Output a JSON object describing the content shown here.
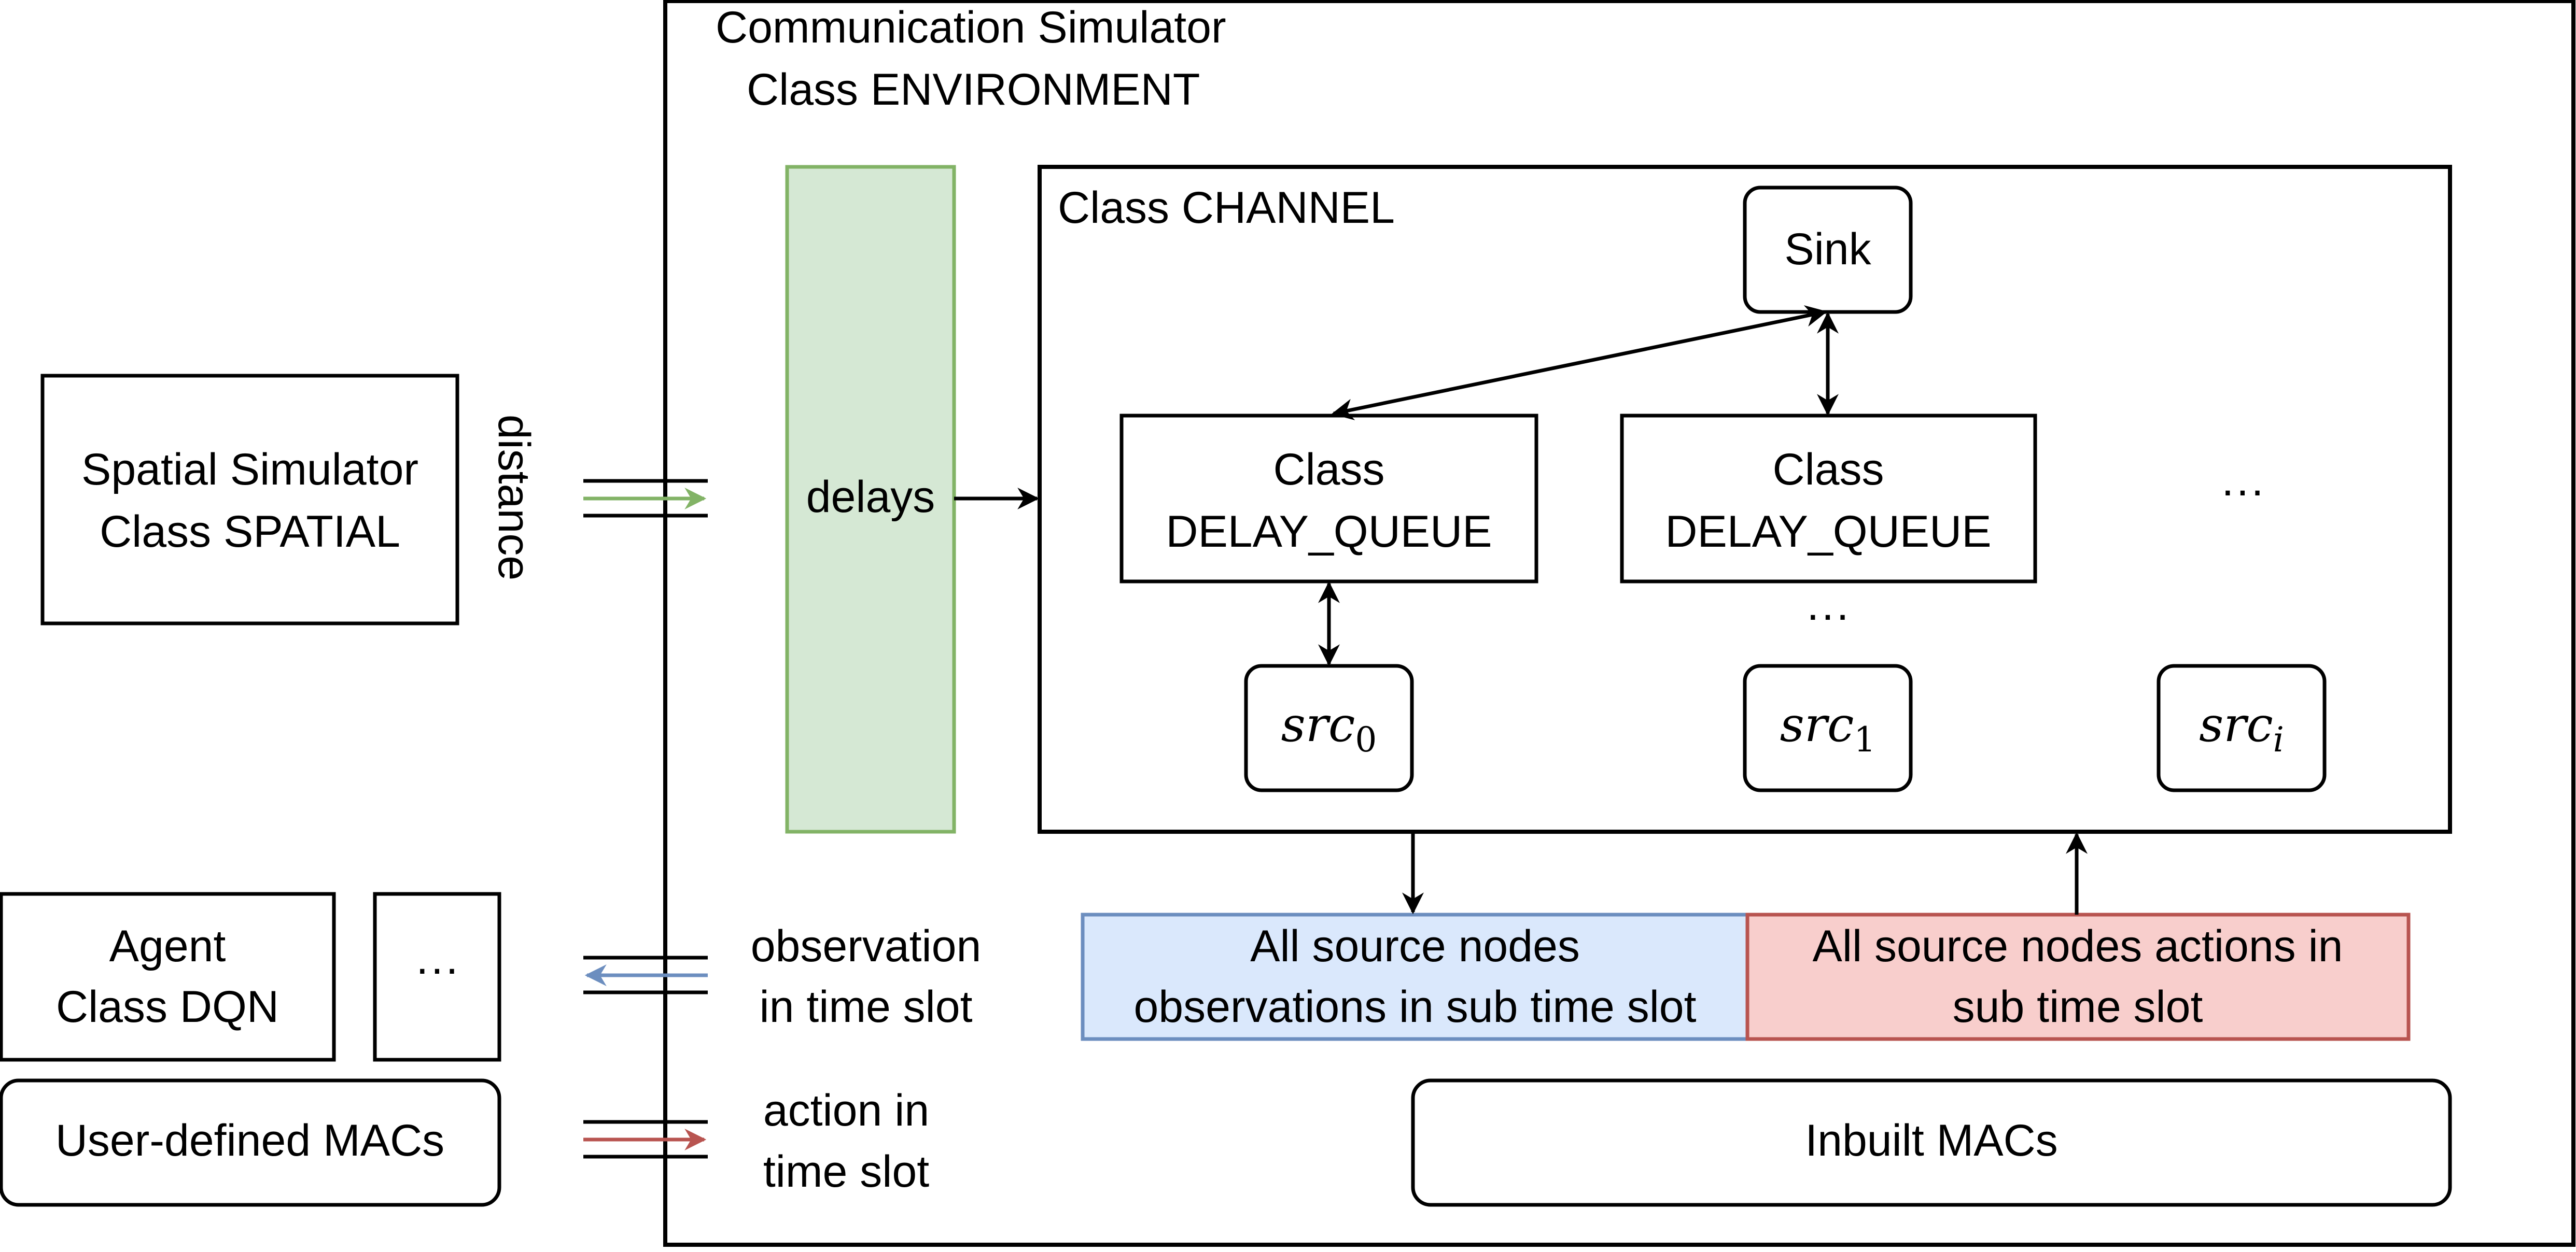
{
  "environment": {
    "title_line1": "Communication Simulator",
    "title_line2": "Class ENVIRONMENT"
  },
  "spatial": {
    "line1": "Spatial Simulator",
    "line2": "Class SPATIAL",
    "distance_label": "distance"
  },
  "delays": {
    "label": "delays"
  },
  "channel": {
    "title": "Class CHANNEL",
    "sink": "Sink",
    "queue0": {
      "line1": "Class",
      "line2": "DELAY_QUEUE"
    },
    "queue1": {
      "line1": "Class",
      "line2": "DELAY_QUEUE"
    },
    "ellipsis_right": "···",
    "ellipsis_below": "···",
    "src0": {
      "base": "src",
      "sub": "0"
    },
    "src1": {
      "base": "src",
      "sub": "1"
    },
    "srci": {
      "base": "src",
      "sub": "i"
    }
  },
  "observations_box": {
    "line1": "All source nodes",
    "line2": "observations in sub time slot",
    "fill": "#dae8fc",
    "stroke": "#6c8ebf"
  },
  "actions_box": {
    "line1": "All source nodes actions in",
    "line2": "sub time slot",
    "fill": "#f8cecc",
    "stroke": "#b85450"
  },
  "inbuilt_macs": {
    "label": "Inbuilt MACs"
  },
  "agent": {
    "line1": "Agent",
    "line2": "Class DQN",
    "ellipsis": "···"
  },
  "user_macs": {
    "label": "User-defined MACs"
  },
  "observation_label": {
    "line1": "observation",
    "line2": "in time slot"
  },
  "action_label": {
    "line1": "action in",
    "line2": "time slot"
  },
  "colors": {
    "delays_fill": "#d5e8d4",
    "delays_stroke": "#82b366",
    "distance_arrow": "#82b366",
    "observation_arrow": "#6c8ebf",
    "action_arrow": "#b85450"
  }
}
